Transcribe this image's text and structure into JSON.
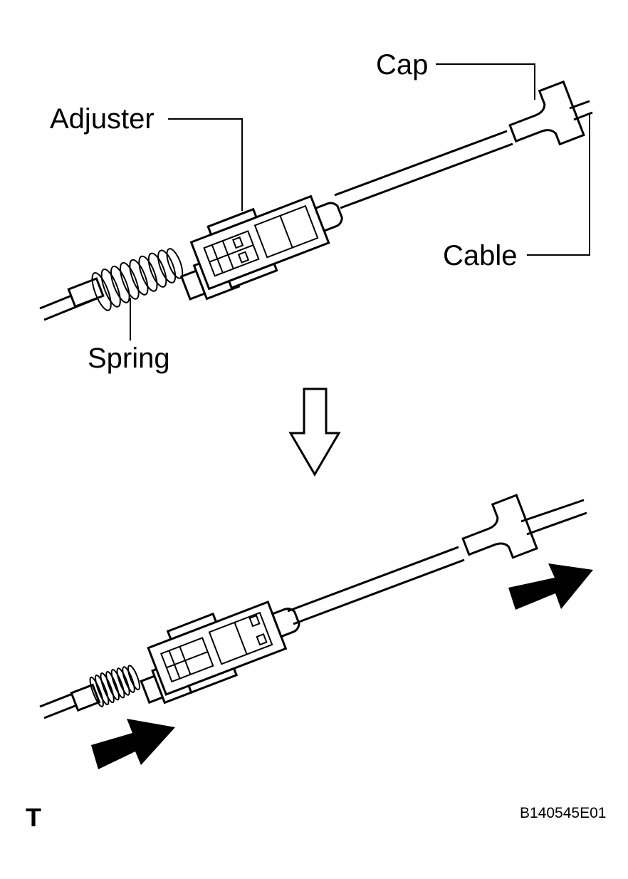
{
  "labels": {
    "cap": "Cap",
    "adjuster": "Adjuster",
    "cable": "Cable",
    "spring": "Spring"
  },
  "footer": {
    "corner_mark": "T",
    "figure_code": "B140545E01"
  },
  "icons": {
    "step_arrow": "down-outline-arrow-icon",
    "push_arrow_right": "pull-direction-arrow-icon",
    "push_arrow_left": "push-direction-arrow-icon"
  },
  "colors": {
    "ink": "#000000",
    "paper": "#ffffff"
  }
}
